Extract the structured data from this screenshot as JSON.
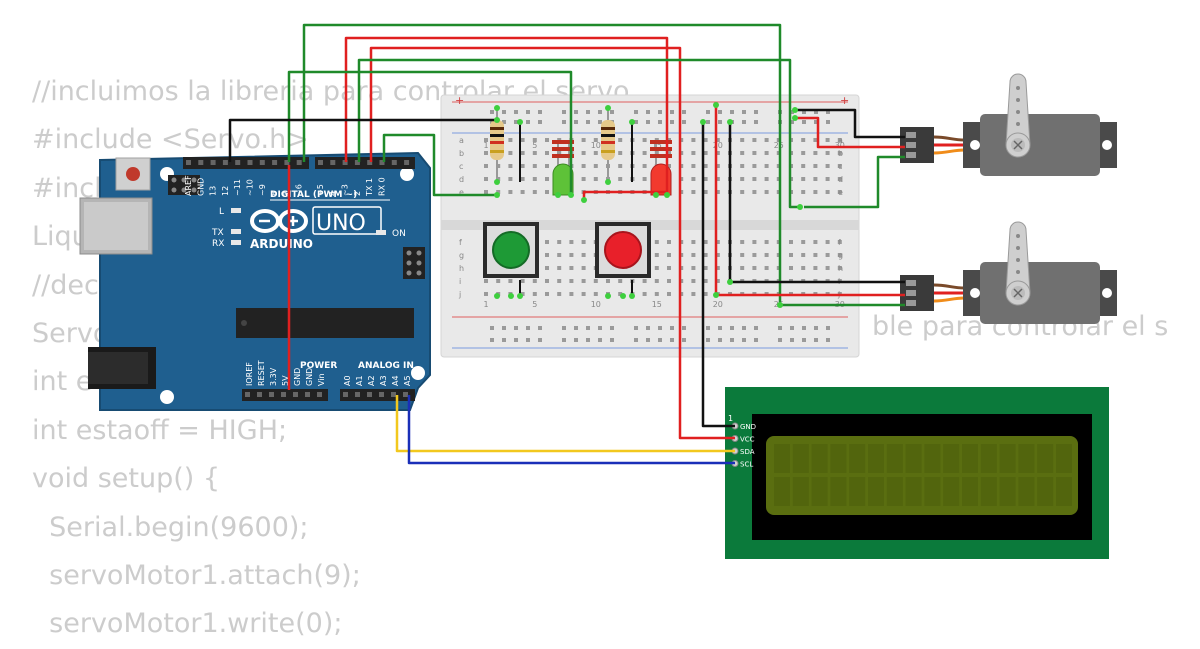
{
  "code_lines": [
    "//incluimos la libreria para controlar el servo",
    "#include <Servo.h>",
    "#incl",
    "Liqu",
    "//dec",
    "Servo",
    "int e",
    "int estaoff = HIGH;",
    "void setup() {",
    "  Serial.begin(9600);",
    "  servoMotor1.attach(9);",
    "  servoMotor1.write(0);"
  ],
  "code_partial": "ble para controlar el s",
  "arduino": {
    "brand": "ARDUINO",
    "model": "UNO",
    "digital_header": "DIGITAL (PWM ~)",
    "power_label": "POWER",
    "analog_label": "ANALOG IN",
    "on_label": "ON",
    "led_labels": [
      "L",
      "TX",
      "RX"
    ],
    "top_pins": [
      "AREF",
      "GND",
      "13",
      "12",
      "~11",
      "~10",
      "~9",
      "8",
      "7",
      "~6",
      "~5",
      "4",
      "~3",
      "2",
      "TX 1",
      "RX 0"
    ],
    "bottom_pins": [
      "IOREF",
      "RESET",
      "3.3V",
      "5V",
      "GND",
      "GND",
      "Vin",
      "A0",
      "A1",
      "A2",
      "A3",
      "A4",
      "A5"
    ]
  },
  "breadboard": {
    "row_letters_top": [
      "a",
      "b",
      "c",
      "d",
      "e"
    ],
    "row_letters_bottom": [
      "f",
      "g",
      "h",
      "i",
      "j"
    ],
    "col_numbers": [
      "1",
      "5",
      "10",
      "15",
      "20",
      "25",
      "30"
    ],
    "rail_plus": "+",
    "rail_minus": "-"
  },
  "lcd": {
    "pin_number": "1",
    "pins": [
      "GND",
      "VCC",
      "SDA",
      "SCL"
    ]
  },
  "colors": {
    "board": "#1f5f8f",
    "wire_red": "#e02020",
    "wire_green": "#1f8a2a",
    "wire_black": "#111111",
    "wire_yellow": "#f2c81e",
    "wire_blue": "#1a2fb8",
    "lcd_pcb": "#0b7a3b",
    "lcd_screen": "#5a6e10"
  },
  "icons": [
    "arduino-infinity-logo",
    "servo-horn-icon",
    "push-button-icon"
  ]
}
